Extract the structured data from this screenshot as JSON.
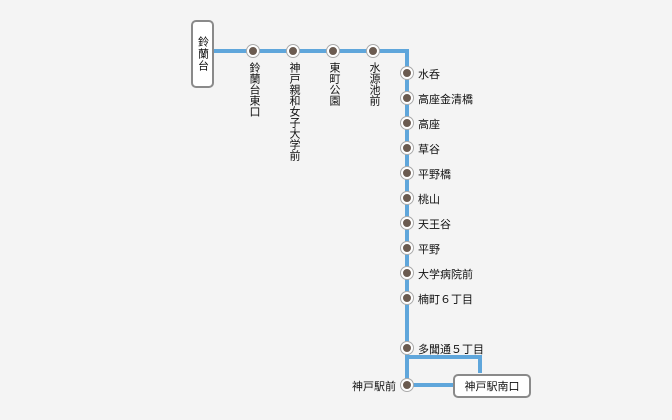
{
  "colors": {
    "line": "#5fa6db",
    "stop": "#6b5b50",
    "background": "#f4f4f4"
  },
  "start_terminal": "鈴蘭台",
  "end_terminal": "神戸駅南口",
  "top_stops": [
    "鈴蘭台東口",
    "神戸親和女子大学前",
    "東町公園",
    "水源池前"
  ],
  "side_stops": [
    "水呑",
    "高座金清橋",
    "高座",
    "草谷",
    "平野橋",
    "桃山",
    "天王谷",
    "平野",
    "大学病院前",
    "楠町６丁目"
  ],
  "loop_stops": [
    "多聞通５丁目",
    "神戸駅前"
  ]
}
